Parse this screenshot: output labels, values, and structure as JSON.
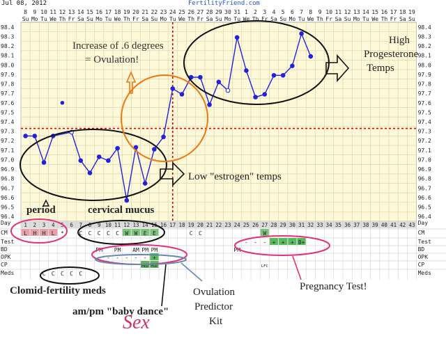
{
  "header": {
    "date": "Jul 08, 2012",
    "site": "FertilityFriend.com"
  },
  "chart_data": {
    "type": "line",
    "title": "",
    "xlabel": "Day",
    "ylabel": "",
    "cycle_days": [
      1,
      2,
      3,
      4,
      5,
      6,
      7,
      8,
      9,
      10,
      11,
      12,
      13,
      14,
      15,
      16,
      17,
      18,
      19,
      20,
      21,
      22,
      23,
      24,
      25,
      26,
      27,
      28,
      29,
      30,
      31,
      32,
      33,
      34,
      35,
      36,
      37,
      38,
      39,
      40,
      41,
      42,
      43
    ],
    "dates": [
      "8",
      "9",
      "10",
      "11",
      "12",
      "13",
      "14",
      "15",
      "16",
      "17",
      "18",
      "19",
      "20",
      "21",
      "22",
      "23",
      "24",
      "25",
      "26",
      "27",
      "28",
      "29",
      "30",
      "31",
      "1",
      "2",
      "3",
      "4",
      "5",
      "6",
      "7",
      "8",
      "9",
      "10",
      "11",
      "12",
      "13",
      "14",
      "15",
      "16",
      "17",
      "18",
      "19"
    ],
    "weekdays": [
      "Su",
      "Mo",
      "Tu",
      "We",
      "Th",
      "Fr",
      "Sa",
      "Su",
      "Mo",
      "Tu",
      "We",
      "Th",
      "Fr",
      "Sa",
      "Su",
      "Mo",
      "Tu",
      "We",
      "Th",
      "Fr",
      "Sa",
      "Su",
      "Mo",
      "Tu",
      "We",
      "Th",
      "Fr",
      "Sa",
      "Su",
      "Mo",
      "Tu",
      "We",
      "Th",
      "Fr",
      "Sa",
      "Su",
      "Mo",
      "Tu",
      "We",
      "Th",
      "Fr",
      "Sa",
      "Su"
    ],
    "y_ticks": [
      "98.4",
      "98.3",
      "98.2",
      "98.1",
      "98.0",
      "97.9",
      "97.8",
      "97.7",
      "97.6",
      "97.5",
      "97.4",
      "97.3",
      "97.2",
      "97.1",
      "97.0",
      "96.9",
      "96.8",
      "96.7",
      "96.6",
      "96.5",
      "96.4"
    ],
    "ylim": [
      96.4,
      98.4
    ],
    "coverline": 97.33,
    "ovulation_day": 16,
    "series": [
      {
        "values": [
          {
            "day": 1,
            "temp": 97.25
          },
          {
            "day": 2,
            "temp": 97.25
          },
          {
            "day": 3,
            "temp": 96.97
          },
          {
            "day": 4,
            "temp": 97.25
          },
          {
            "day": 6,
            "temp": 97.29
          },
          {
            "day": 7,
            "temp": 96.99
          },
          {
            "day": 8,
            "temp": 96.86
          },
          {
            "day": 9,
            "temp": 97.03
          },
          {
            "day": 10,
            "temp": 96.99
          },
          {
            "day": 11,
            "temp": 97.12
          },
          {
            "day": 12,
            "temp": 96.57
          },
          {
            "day": 13,
            "temp": 97.13
          },
          {
            "day": 14,
            "temp": 96.75
          },
          {
            "day": 15,
            "temp": 97.11
          },
          {
            "day": 16,
            "temp": 97.24
          },
          {
            "day": 17,
            "temp": 97.75
          },
          {
            "day": 18,
            "temp": 97.69
          },
          {
            "day": 19,
            "temp": 97.87
          },
          {
            "day": 20,
            "temp": 97.87
          },
          {
            "day": 21,
            "temp": 97.58
          },
          {
            "day": 22,
            "temp": 97.82
          },
          {
            "day": 23,
            "temp": 97.73
          },
          {
            "day": 24,
            "temp": 98.29
          },
          {
            "day": 25,
            "temp": 97.94
          },
          {
            "day": 26,
            "temp": 97.66
          },
          {
            "day": 27,
            "temp": 97.69
          },
          {
            "day": 28,
            "temp": 97.89
          },
          {
            "day": 29,
            "temp": 97.89
          },
          {
            "day": 30,
            "temp": 97.99
          },
          {
            "day": 31,
            "temp": 98.33
          },
          {
            "day": 32,
            "temp": 98.09
          }
        ]
      }
    ],
    "extra_point": {
      "day": 5,
      "temp": 97.6
    },
    "rows": {
      "cm_label": "CM",
      "test_label": "Test",
      "bd_label": "BD",
      "opk_label": "OPK",
      "cp_label": "CP",
      "meds_label": "Meds",
      "day_label": "Day",
      "cm_cells": [
        {
          "day": 1,
          "text": "L",
          "color": "#e8a0a8"
        },
        {
          "day": 2,
          "text": "H",
          "color": "#e8a0a8"
        },
        {
          "day": 3,
          "text": "H",
          "color": "#e8a0a8"
        },
        {
          "day": 4,
          "text": "L",
          "color": "#e8a0a8"
        },
        {
          "day": 5,
          "text": "*",
          "color": ""
        },
        {
          "day": 7,
          "text": "C",
          "color": ""
        },
        {
          "day": 8,
          "text": "C",
          "color": ""
        },
        {
          "day": 9,
          "text": "C",
          "color": ""
        },
        {
          "day": 10,
          "text": "C",
          "color": ""
        },
        {
          "day": 11,
          "text": "C",
          "color": ""
        },
        {
          "day": 12,
          "text": "W",
          "color": "#7cc47c"
        },
        {
          "day": 13,
          "text": "W",
          "color": "#7cc47c"
        },
        {
          "day": 14,
          "text": "E",
          "color": "#7cc47c"
        },
        {
          "day": 15,
          "text": "E",
          "color": "#7cc47c"
        },
        {
          "day": 19,
          "text": "C",
          "color": ""
        },
        {
          "day": 20,
          "text": "C",
          "color": ""
        },
        {
          "day": 27,
          "text": "W",
          "color": "#7cc47c"
        }
      ],
      "test_cells": [
        {
          "day": 24,
          "text": "-",
          "color": ""
        },
        {
          "day": 25,
          "text": "-",
          "color": ""
        },
        {
          "day": 26,
          "text": "-",
          "color": ""
        },
        {
          "day": 27,
          "text": "-",
          "color": ""
        },
        {
          "day": 28,
          "text": "+",
          "color": "#5cb85c"
        },
        {
          "day": 29,
          "text": "+",
          "color": "#5cb85c"
        },
        {
          "day": 30,
          "text": "+",
          "color": "#5cb85c"
        },
        {
          "day": 31,
          "text": "8+",
          "color": "#5cb85c"
        }
      ],
      "bd_cells": [
        {
          "day": 9,
          "text": "PM"
        },
        {
          "day": 11,
          "text": "PM"
        },
        {
          "day": 13,
          "text": "AM"
        },
        {
          "day": 14,
          "text": "PM"
        },
        {
          "day": 15,
          "text": "PM"
        },
        {
          "day": 24,
          "text": "PM"
        }
      ],
      "opk_cells": [
        {
          "day": 9,
          "text": "-",
          "color": ""
        },
        {
          "day": 10,
          "text": "-",
          "color": ""
        },
        {
          "day": 11,
          "text": "-",
          "color": ""
        },
        {
          "day": 12,
          "text": "-",
          "color": ""
        },
        {
          "day": 13,
          "text": "-",
          "color": ""
        },
        {
          "day": 14,
          "text": "-",
          "color": ""
        },
        {
          "day": 15,
          "text": "+",
          "color": "#5cb85c"
        }
      ],
      "cp_cells": [
        {
          "day": 14,
          "text": "MED",
          "color": "#5cb85c"
        },
        {
          "day": 15,
          "text": "MSE",
          "color": "#5cb85c"
        },
        {
          "day": 27,
          "text": "LFC",
          "color": ""
        }
      ],
      "meds_cells": [
        {
          "day": 3,
          "text": "C"
        },
        {
          "day": 4,
          "text": "C"
        },
        {
          "day": 5,
          "text": "C"
        },
        {
          "day": 6,
          "text": "C"
        },
        {
          "day": 7,
          "text": "C"
        }
      ]
    }
  },
  "annotations": {
    "increase": "Increase of .6 degrees",
    "ovulation": "= Ovulation!",
    "high_prog_1": "High",
    "high_prog_2": "Progesterone",
    "high_prog_3": "Temps",
    "low_estrogen": "Low \"estrogen\" temps",
    "period": "period",
    "cervical_mucus": "cervical mucus",
    "clomid": "Clomid-fertility meds",
    "baby_dance": "am/pm \"baby dance\"",
    "sex": "Sex",
    "opk_1": "Ovulation",
    "opk_2": "Predictor",
    "opk_3": "Kit",
    "pregnancy": "Pregnancy Test!"
  },
  "colors": {
    "grid_bg": "#fdf8d8",
    "grid_line": "#d8d0a8",
    "line": "#2222dd",
    "coverline": "#dd0000",
    "ink": "#111111",
    "orange": "#ee7711",
    "pink": "#e0307a",
    "gray_blue": "#6688aa"
  }
}
